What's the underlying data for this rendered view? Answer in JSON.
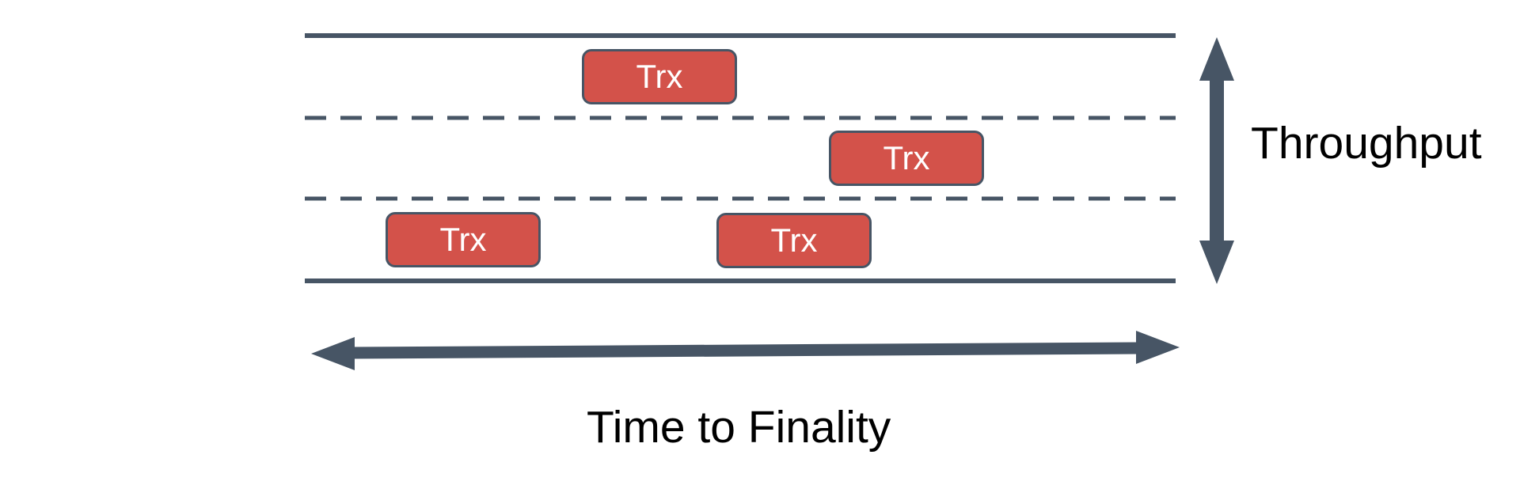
{
  "labels": {
    "throughput": "Throughput",
    "time_to_finality": "Time to Finality"
  },
  "transactions": [
    {
      "label": "Trx",
      "lane": "top"
    },
    {
      "label": "Trx",
      "lane": "middle"
    },
    {
      "label": "Trx",
      "lane": "bottom-left"
    },
    {
      "label": "Trx",
      "lane": "bottom-right"
    }
  ],
  "colors": {
    "slate": "#475565",
    "red": "#d3524a",
    "red-border": "#475565",
    "label-text": "#000000",
    "trx-text": "#ffffff",
    "background": "#ffffff"
  }
}
